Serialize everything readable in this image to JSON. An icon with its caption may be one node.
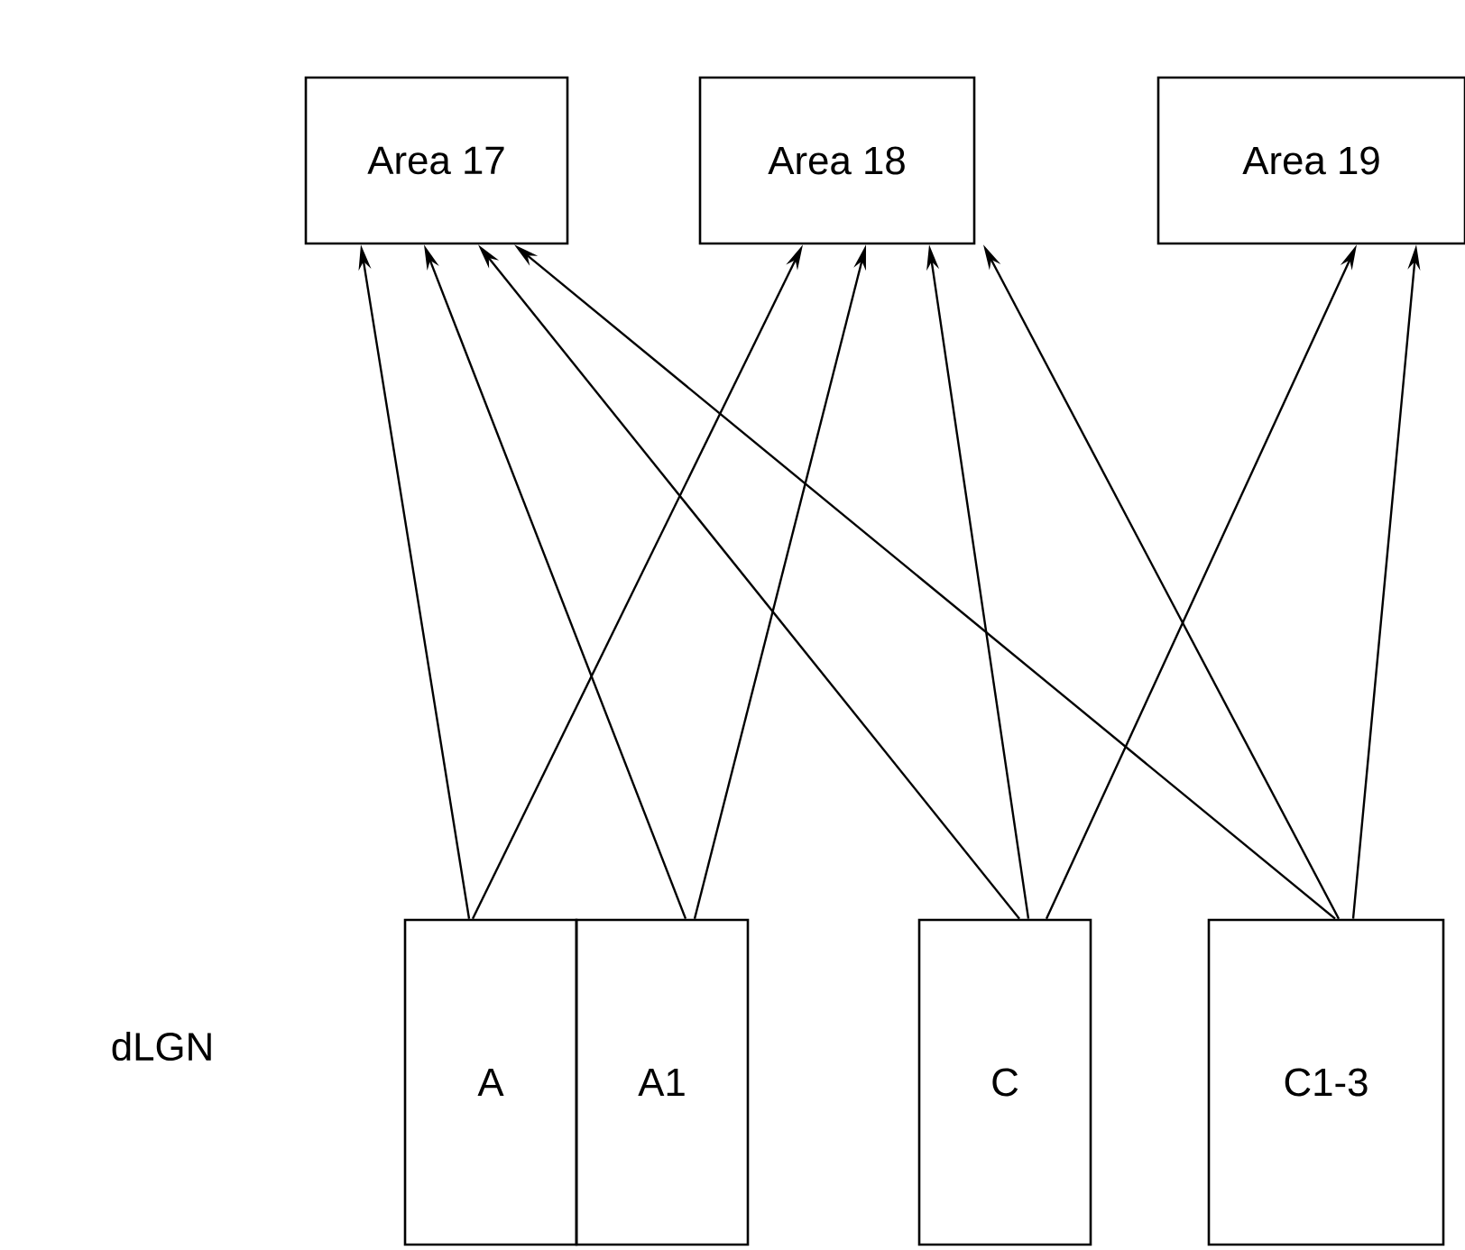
{
  "diagram": {
    "nodes": [
      {
        "text": [
          "Area 17"
        ]
      },
      {
        "text": [
          "Area 18"
        ]
      },
      {
        "text": [
          "Area 19"
        ]
      },
      {
        "text": [
          "A"
        ]
      },
      {
        "text": [
          "A1"
        ]
      },
      {
        "text": [
          "C"
        ]
      },
      {
        "text": [
          "C1-3"
        ]
      }
    ],
    "edges": [
      {
        "from": 3,
        "to": 0,
        "arrow": "to"
      },
      {
        "from": 3,
        "to": 1,
        "arrow": "to"
      },
      {
        "from": 4,
        "to": 0,
        "arrow": "to"
      },
      {
        "from": 4,
        "to": 1,
        "arrow": "to"
      },
      {
        "from": 5,
        "to": 0,
        "arrow": "to"
      },
      {
        "from": 5,
        "to": 1,
        "arrow": "to"
      },
      {
        "from": 5,
        "to": 2,
        "arrow": "to"
      },
      {
        "from": 6,
        "to": 0,
        "arrow": "to"
      },
      {
        "from": 6,
        "to": 1,
        "arrow": "to"
      },
      {
        "from": 6,
        "to": 2,
        "arrow": "to"
      }
    ],
    "labels": [
      "dLGN"
    ]
  }
}
